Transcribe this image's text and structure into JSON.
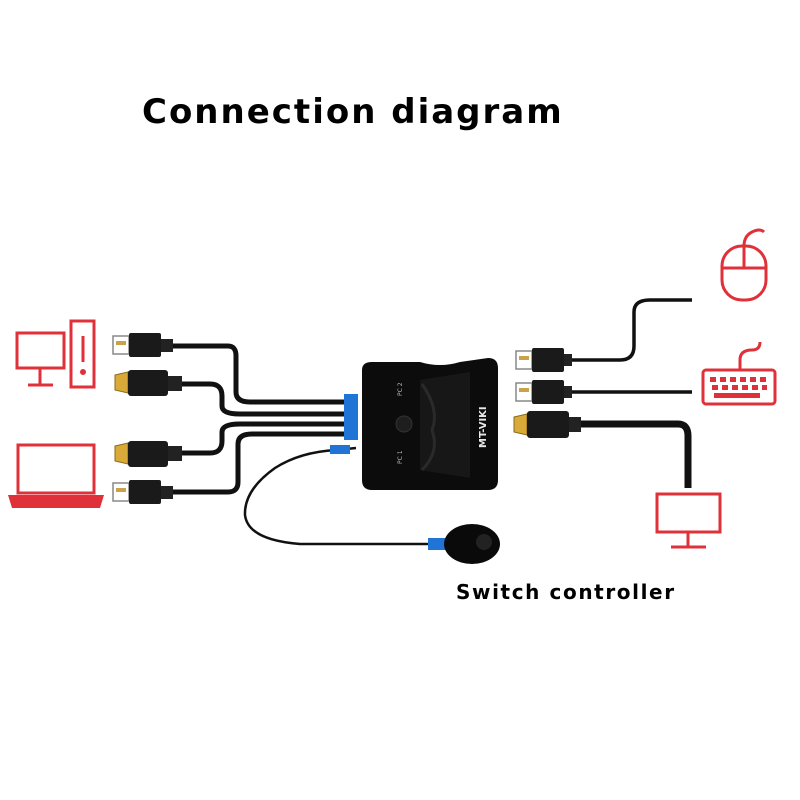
{
  "title": "Connection diagram",
  "caption": "Switch controller",
  "device": {
    "brand": "MT-VIKI",
    "port_label_top": "PC 2",
    "port_label_bottom": "PC 1"
  },
  "colors": {
    "icons": "#e0303a",
    "cable": "#111111",
    "device_body": "#0c0c0c",
    "device_accent": "#1f74d6",
    "background": "#ffffff"
  },
  "icons": [
    "desktop-pc-icon",
    "laptop-icon",
    "mouse-icon",
    "keyboard-icon",
    "monitor-icon"
  ]
}
